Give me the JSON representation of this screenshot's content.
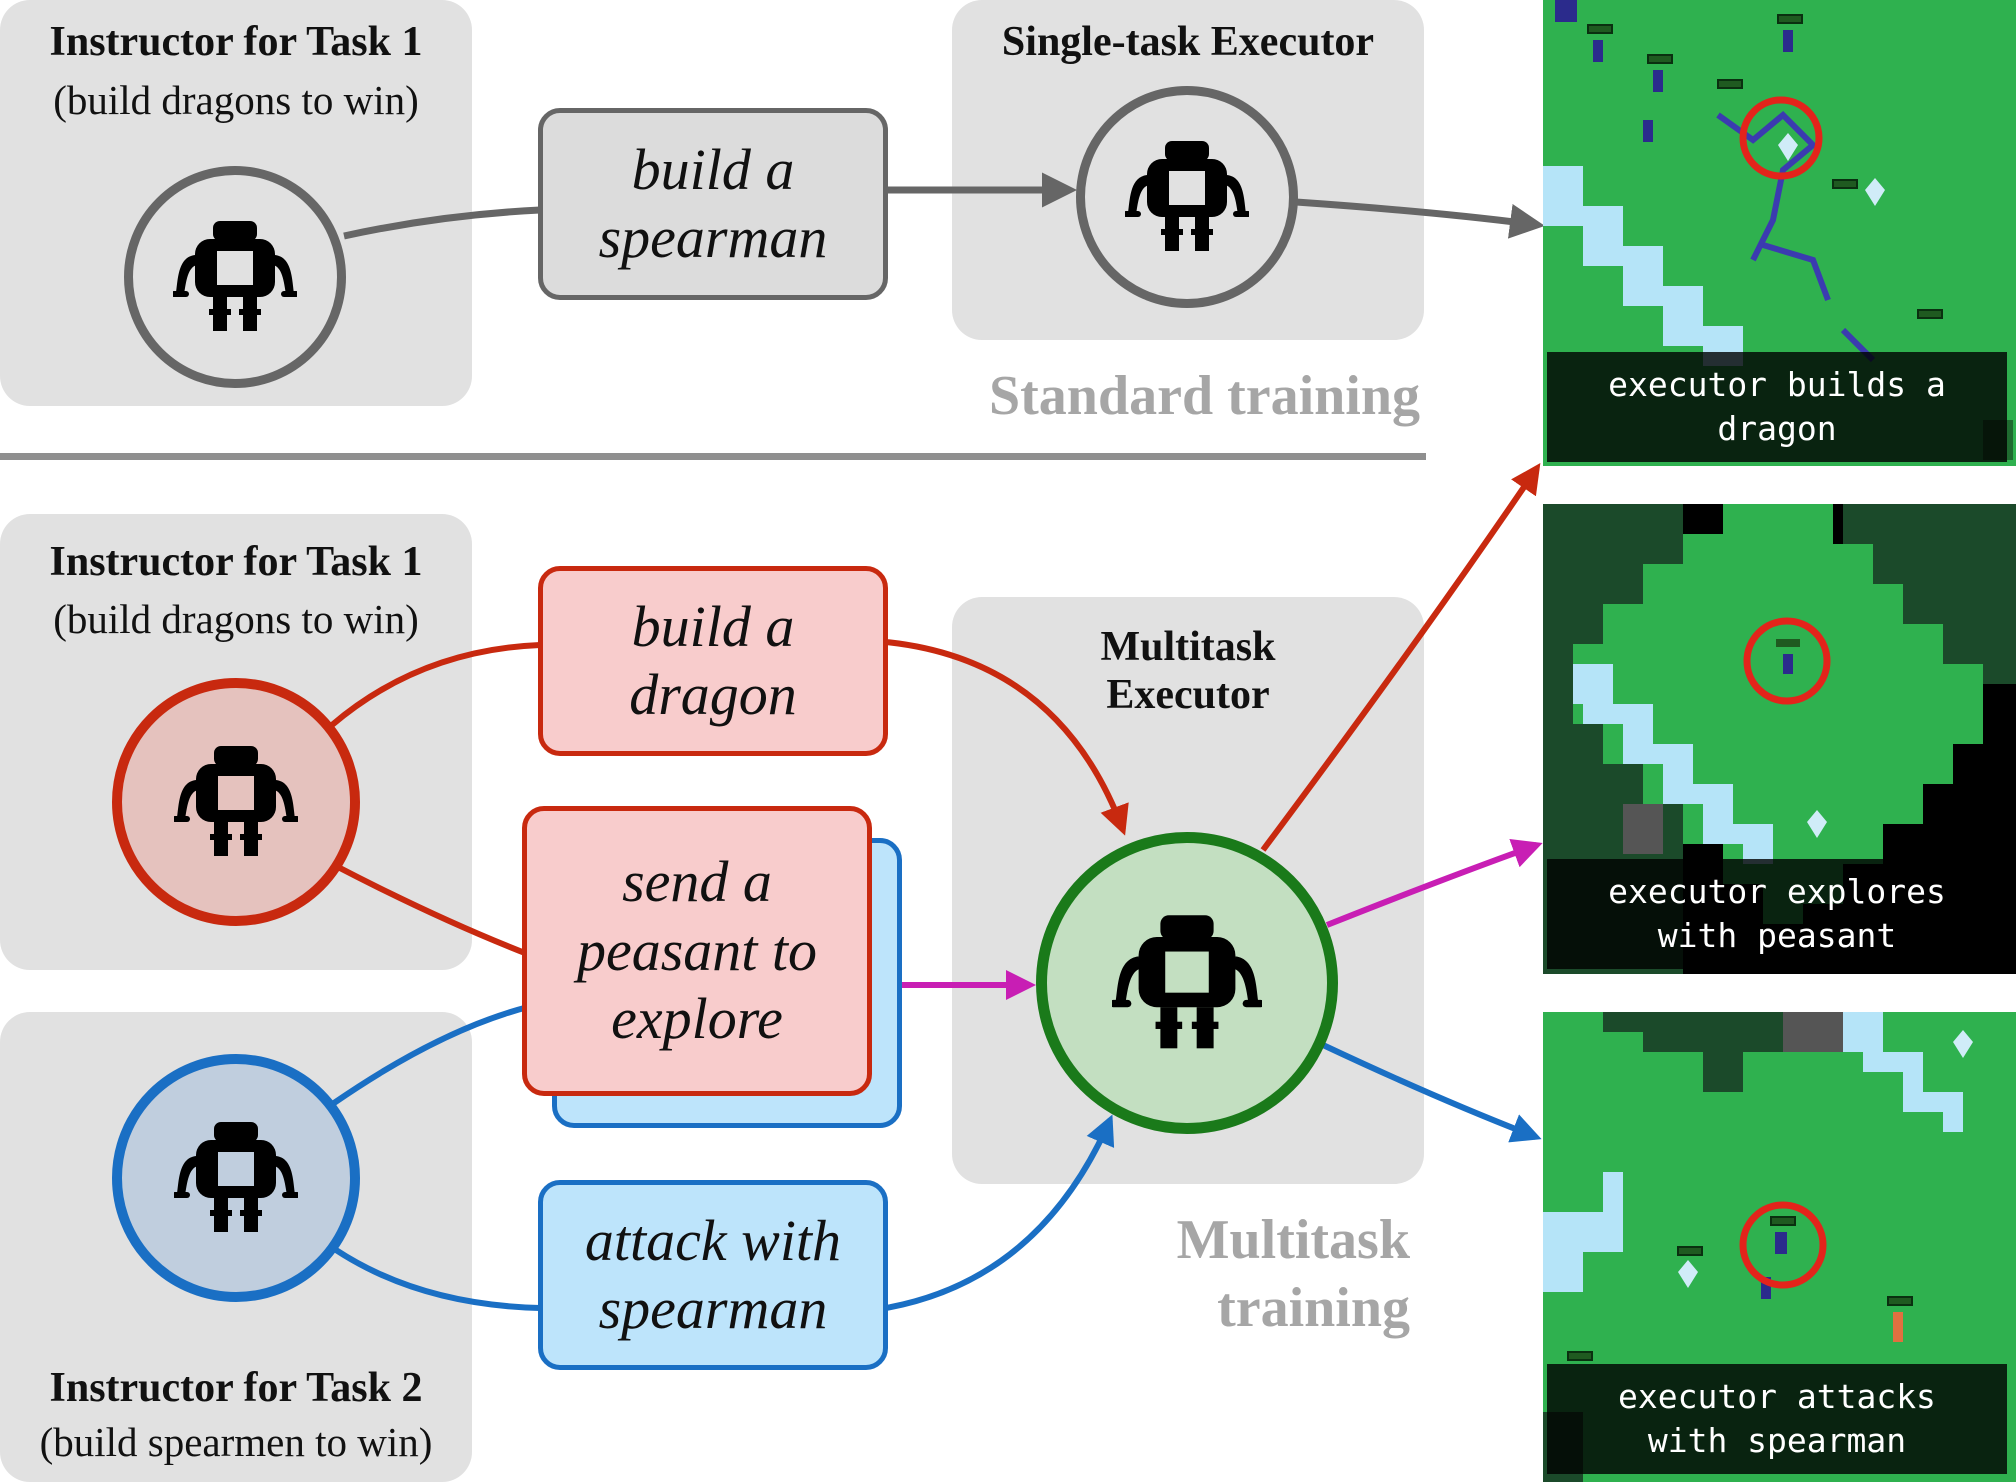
{
  "standard": {
    "instructor": {
      "title": "Instructor for Task 1",
      "subtitle": "(build dragons to win)"
    },
    "message": "build a spearman",
    "executor_title": "Single-task Executor",
    "label": "Standard training",
    "game_caption": "executor builds a\ndragon"
  },
  "multitask": {
    "instructor1": {
      "title": "Instructor for Task 1",
      "subtitle": "(build dragons to win)"
    },
    "instructor2": {
      "title": "Instructor for Task 2",
      "subtitle": "(build spearmen to win)"
    },
    "messages": {
      "dragon": "build a dragon",
      "explore": "send a peasant to explore",
      "attack": "attack with spearman"
    },
    "executor_title": "Multitask Executor",
    "label": "Multitask training",
    "game_captions": {
      "explore": "executor explores\nwith peasant",
      "attack": "executor attacks\nwith spearman"
    }
  },
  "colors": {
    "gray": "#666666",
    "red": "#c8290f",
    "blue": "#1a6fc4",
    "green": "#1a7a1a",
    "magenta": "#c81eb4",
    "game_grass": "#2fb14f",
    "game_water": "#b5e4f8"
  },
  "icons": [
    "robot-icon",
    "arrow-icon",
    "target-circle-icon"
  ]
}
